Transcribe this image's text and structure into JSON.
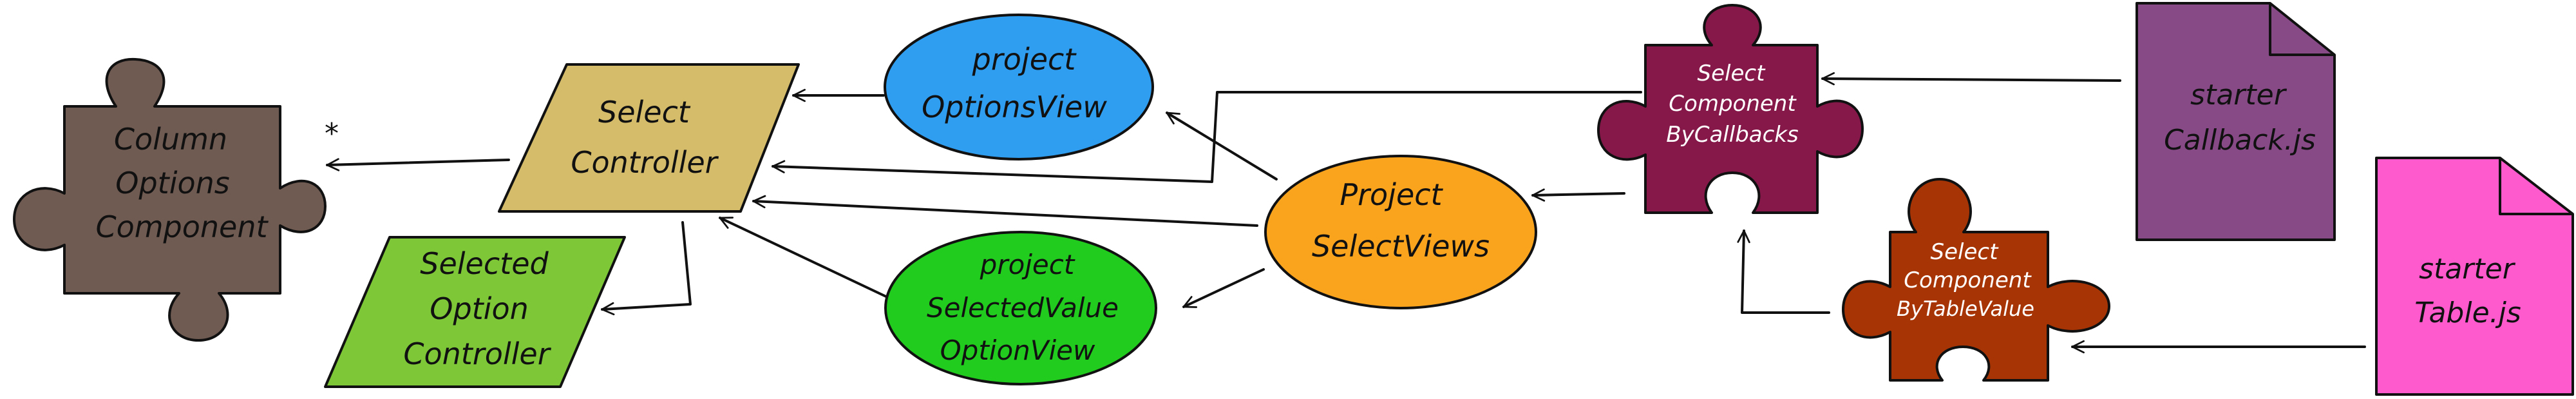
{
  "nodes": {
    "column_options_component": {
      "lines": [
        "Column",
        "Options",
        "Component"
      ],
      "color": "#705b52",
      "shape": "puzzle"
    },
    "multiplicity_mark": "*",
    "select_controller": {
      "lines": [
        "Select",
        "Controller"
      ],
      "color": "#d4bc6a",
      "shape": "parallelogram"
    },
    "selected_option_controller": {
      "lines": [
        "Selected",
        "Option",
        "Controller"
      ],
      "color": "#7ec838",
      "shape": "parallelogram"
    },
    "project_options_view": {
      "lines": [
        "project",
        "OptionsView"
      ],
      "color": "#2f9ef0",
      "shape": "ellipse"
    },
    "project_select_views": {
      "lines": [
        "Project",
        "SelectViews"
      ],
      "color": "#faa41e",
      "shape": "ellipse"
    },
    "project_selected_value_option_view": {
      "lines": [
        "project",
        "SelectedValue",
        "OptionView"
      ],
      "color": "#22cc1f",
      "shape": "ellipse"
    },
    "select_component_by_callbacks": {
      "lines": [
        "Select",
        "Component",
        "ByCallbacks"
      ],
      "color": "#851849",
      "shape": "puzzle"
    },
    "select_component_by_table_value": {
      "lines": [
        "Select",
        "Component",
        "ByTableValue"
      ],
      "color": "#a63405",
      "shape": "puzzle"
    },
    "starter_callback_js": {
      "lines": [
        "starter",
        "Callback.js"
      ],
      "color": "#874a87",
      "shape": "document"
    },
    "starter_table_js": {
      "lines": [
        "starter",
        "Table.js"
      ],
      "color": "#ff5acd",
      "shape": "document"
    }
  },
  "edges": [
    {
      "from": "select_controller",
      "to": "column_options_component"
    },
    {
      "from": "select_controller",
      "to": "selected_option_controller"
    },
    {
      "from": "project_options_view",
      "to": "select_controller"
    },
    {
      "from": "select_component_by_callbacks",
      "to": "select_controller"
    },
    {
      "from": "project_select_views",
      "to": "select_controller"
    },
    {
      "from": "project_selected_value_option_view",
      "to": "select_controller"
    },
    {
      "from": "project_select_views",
      "to": "project_options_view"
    },
    {
      "from": "project_select_views",
      "to": "project_selected_value_option_view"
    },
    {
      "from": "select_component_by_callbacks",
      "to": "project_select_views"
    },
    {
      "from": "starter_callback_js",
      "to": "select_component_by_callbacks"
    },
    {
      "from": "select_component_by_table_value",
      "to": "select_component_by_callbacks"
    },
    {
      "from": "starter_table_js",
      "to": "select_component_by_table_value"
    }
  ]
}
